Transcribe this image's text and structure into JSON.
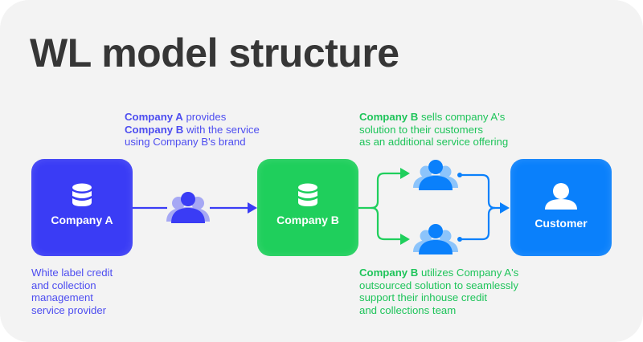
{
  "title": "WL model structure",
  "colors": {
    "background": "#f3f3f3",
    "title": "#363636",
    "company_a": "#3a3cf5",
    "company_b": "#1fcf5c",
    "customer": "#0a80fb"
  },
  "nodes": {
    "company_a": {
      "label": "Company A",
      "icon": "database-icon"
    },
    "company_b": {
      "label": "Company B",
      "icon": "database-icon"
    },
    "customer": {
      "label": "Customer",
      "icon": "user-icon"
    }
  },
  "notes": {
    "top_left": {
      "line1_bold": "Company A",
      "line1_rest": " provides",
      "line2_bold": "Company B",
      "line2_rest": " with the service",
      "line3": "using Company B's brand"
    },
    "top_right": {
      "line1_bold": "Company B",
      "line1_rest": " sells company A's",
      "line2": "solution to their customers",
      "line3": "as an additional service offering"
    },
    "bottom_left": {
      "line1": "White label credit",
      "line2": "and collection",
      "line3": "management",
      "line4": "service provider"
    },
    "bottom_right": {
      "line1_bold": "Company B",
      "line1_rest": " utilizes Company A's",
      "line2": "outsourced solution to seamlessly",
      "line3": "support their inhouse credit",
      "line4": "and collections team"
    }
  },
  "edges": [
    {
      "from": "company_a",
      "to": "company_b",
      "via": "users-group-icon"
    },
    {
      "from": "company_b",
      "to": "users-group-top",
      "via": ""
    },
    {
      "from": "company_b",
      "to": "users-group-bottom",
      "via": ""
    },
    {
      "from": "users-group-top",
      "to": "customer",
      "via": ""
    },
    {
      "from": "users-group-bottom",
      "to": "customer",
      "via": ""
    }
  ]
}
